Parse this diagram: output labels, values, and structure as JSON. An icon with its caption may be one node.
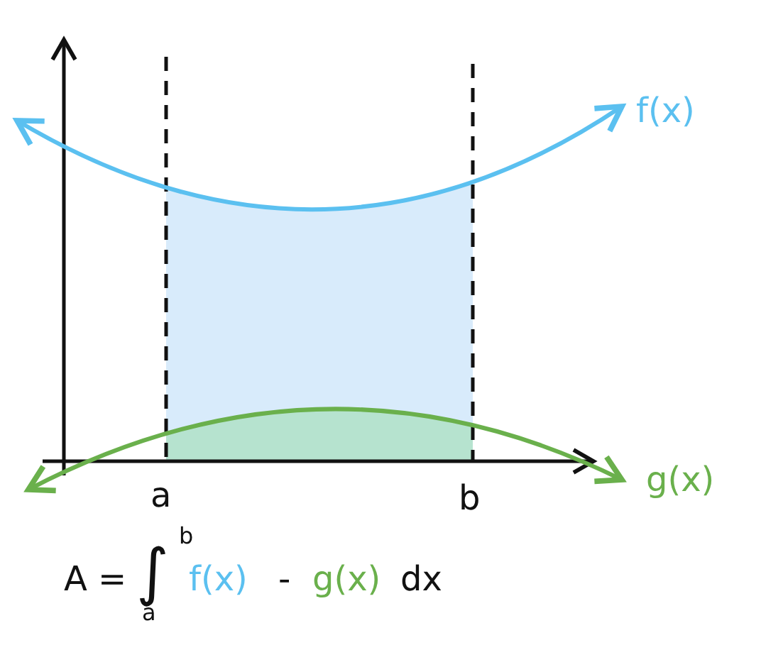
{
  "diagram": {
    "labels": [
      "f(x)",
      "g(x)",
      "a",
      "b",
      "A =",
      "∫",
      "b",
      "a",
      "f(x)",
      "-",
      "g(x)",
      "dx"
    ]
  }
}
